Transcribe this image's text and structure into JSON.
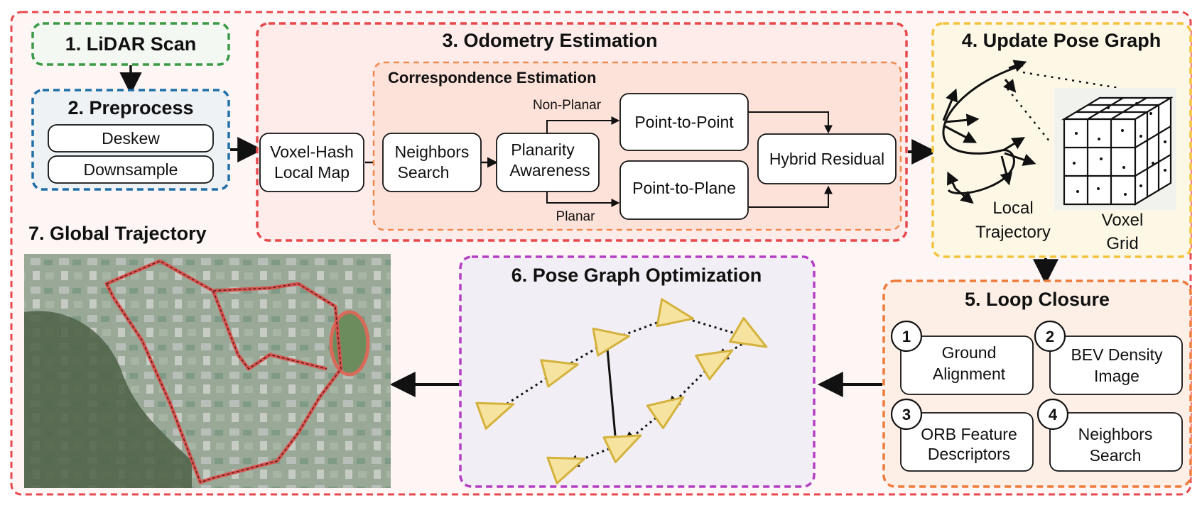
{
  "stages": {
    "lidar": {
      "title": "1. LiDAR Scan"
    },
    "preprocess": {
      "title": "2. Preprocess",
      "steps": [
        "Deskew",
        "Downsample"
      ]
    },
    "odometry": {
      "title": "3. Odometry Estimation",
      "local_map": [
        "Voxel-Hash",
        "Local Map"
      ],
      "correspondence": {
        "title": "Correspondence Estimation",
        "neighbors": [
          "Neighbors",
          "Search"
        ],
        "planarity": [
          "Planarity",
          "Awareness"
        ],
        "non_planar_label": "Non-Planar",
        "planar_label": "Planar",
        "point_to_point": "Point-to-Point",
        "point_to_plane": "Point-to-Plane",
        "hybrid": "Hybrid Residual"
      }
    },
    "pose_graph": {
      "title": "4. Update Pose Graph",
      "local_trajectory": [
        "Local",
        "Trajectory"
      ],
      "voxel_grid": [
        "Voxel",
        "Grid"
      ]
    },
    "loop_closure": {
      "title": "5. Loop Closure",
      "methods": [
        {
          "num": "1",
          "lines": [
            "Ground",
            "Alignment"
          ]
        },
        {
          "num": "2",
          "lines": [
            "BEV Density",
            "Image"
          ]
        },
        {
          "num": "3",
          "lines": [
            "ORB Feature",
            "Descriptors"
          ]
        },
        {
          "num": "4",
          "lines": [
            "Neighbors",
            "Search"
          ]
        }
      ]
    },
    "optimization": {
      "title": "6. Pose Graph Optimization"
    },
    "global": {
      "title": "7. Global Trajectory"
    }
  },
  "colors": {
    "outer": "#e8474c",
    "lidar": "#3a9a45",
    "preprocess": "#1f6fa8",
    "odometry": "#e8474c",
    "correspondence": "#f0894d",
    "pose_graph": "#f3c33c",
    "loop_closure": "#f07a3a",
    "optimization": "#b43fc4",
    "triangle_fill": "#f6e3a0",
    "triangle_stroke": "#d4b23c"
  }
}
